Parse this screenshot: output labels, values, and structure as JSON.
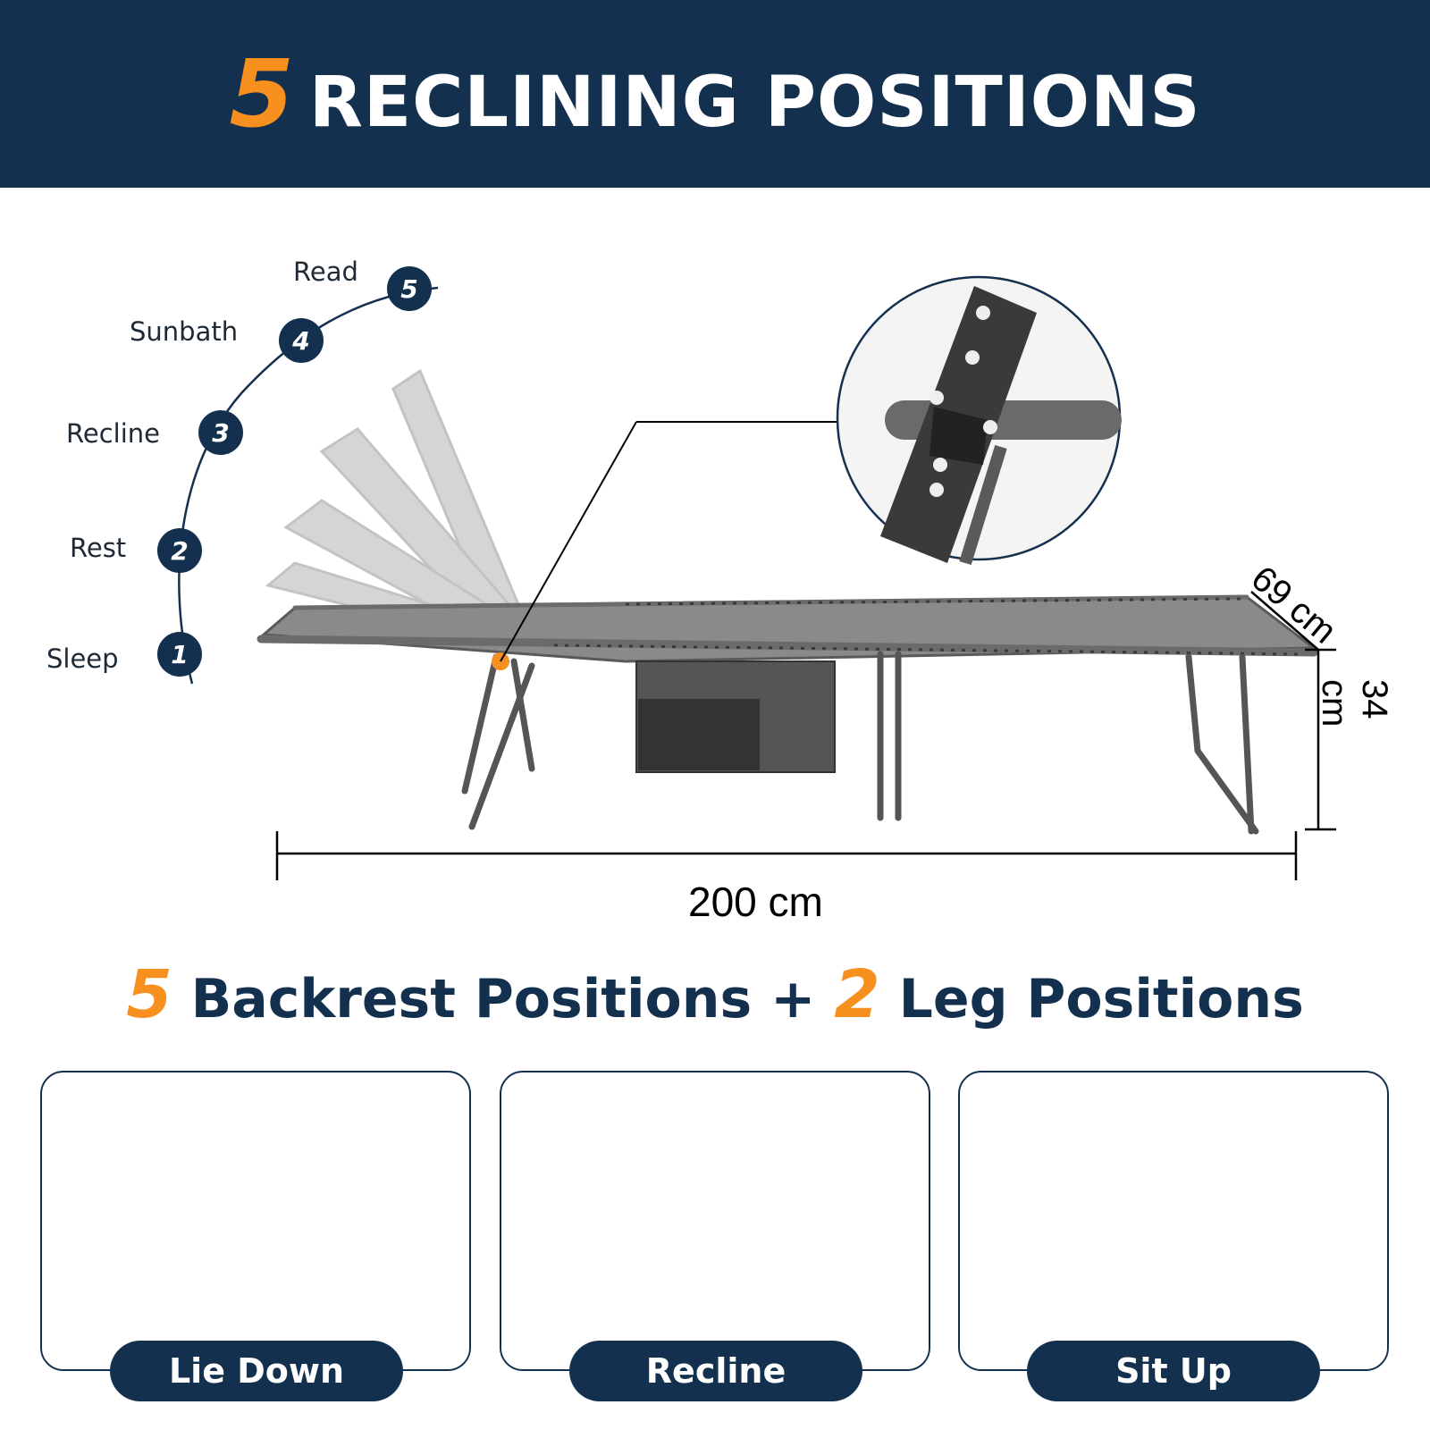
{
  "banner": {
    "number": "5",
    "title": "RECLINING POSITIONS"
  },
  "positions": [
    {
      "badge": "1",
      "label": "Sleep"
    },
    {
      "badge": "2",
      "label": "Rest"
    },
    {
      "badge": "3",
      "label": "Recline"
    },
    {
      "badge": "4",
      "label": "Sunbath"
    },
    {
      "badge": "5",
      "label": "Read"
    }
  ],
  "dimensions": {
    "length": "200 cm",
    "width": "69 cm",
    "height": "34 cm"
  },
  "subtitle": {
    "backrest_count": "5",
    "backrest_text": "Backrest Positions +",
    "leg_count": "2",
    "leg_text": "Leg Positions"
  },
  "modes": [
    {
      "label": "Lie Down"
    },
    {
      "label": "Recline"
    },
    {
      "label": "Sit Up"
    }
  ],
  "colors": {
    "navy": "#14304f",
    "orange": "#f7901e",
    "frame": "#6b6b6b",
    "fabric": "#8a8a8a"
  }
}
